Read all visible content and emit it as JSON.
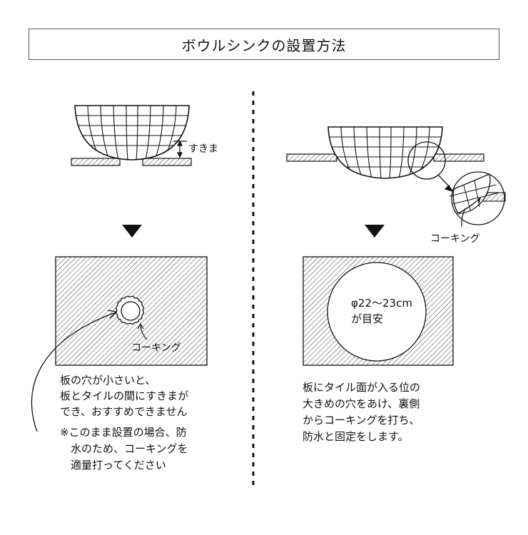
{
  "title": "ボウルシンクの設置方法",
  "left": {
    "gap_label": "すきま",
    "caulking_label": "コーキング",
    "note_lines": [
      "板の穴が小さいと、",
      "板とタイルの間にすきまが",
      "でき、おすすめできません",
      "※このまま設置の場合、防",
      "　水のため、コーキングを",
      "　適量打ってください"
    ]
  },
  "right": {
    "caulking_label": "コーキング",
    "hole_size": "φ22～23cm",
    "hole_guide": "が目安",
    "note_lines": [
      "板にタイル面が入る位の",
      "大きめの穴をあけ、裏側",
      "からコーキングを打ち、",
      "防水と固定をします。"
    ]
  }
}
